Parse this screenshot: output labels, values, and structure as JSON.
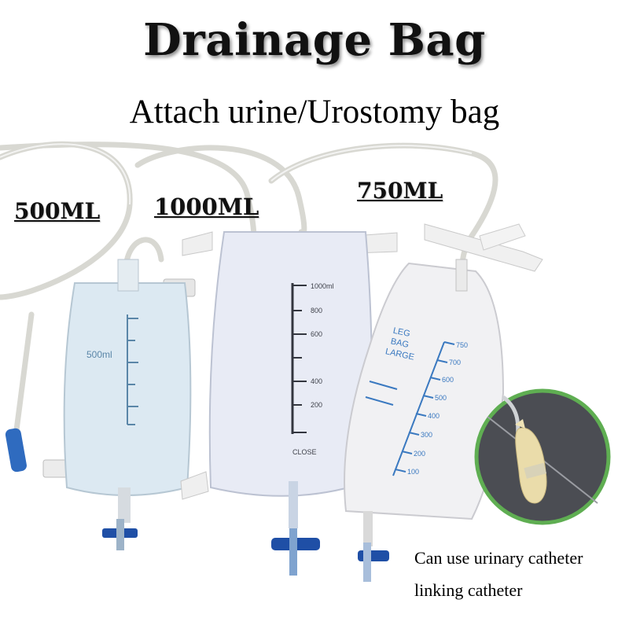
{
  "header": {
    "title": "Drainage Bag",
    "subtitle": "Attach urine/Urostomy bag"
  },
  "products": [
    {
      "capacity_label": "500ML"
    },
    {
      "capacity_label": "1000ML"
    },
    {
      "capacity_label": "750ML"
    }
  ],
  "bag_markings": {
    "small_bag_volume": "500ml",
    "medium_bag_close": "CLOSE",
    "leg_bag_lines": [
      "LEG",
      "BAG",
      "LARGE"
    ],
    "leg_bag_scale": [
      "750",
      "700",
      "600",
      "500",
      "400",
      "300",
      "200",
      "100"
    ],
    "medium_bag_scale": [
      "1000ml",
      "800",
      "600",
      "400",
      "200"
    ]
  },
  "footer": {
    "note_line1": "Can use urinary catheter",
    "note_line2": "linking catheter"
  },
  "colors": {
    "tube": "#dcdcd6",
    "bag_small": "#dce9f2",
    "bag_medium": "#e8ebf5",
    "bag_large": "#f1f1f3",
    "valve_blue": "#1f4fa6",
    "inset_border": "#5fae52",
    "inset_bg": "#4b4d53",
    "catheter": "#eadcaa"
  }
}
